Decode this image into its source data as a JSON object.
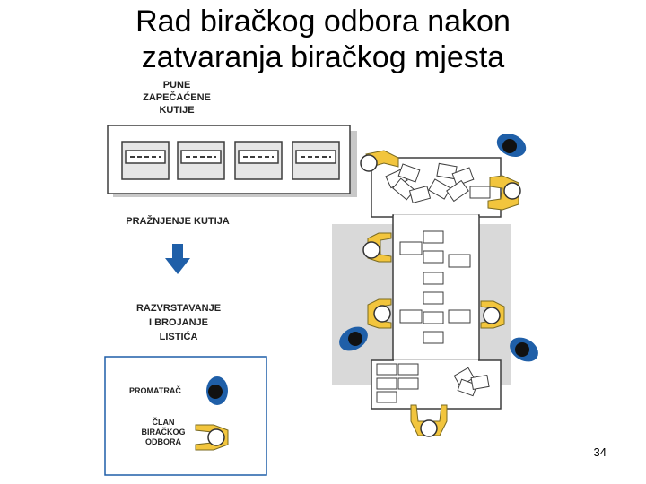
{
  "slide": {
    "title_line1": "Rad biračkog odbora nakon",
    "title_line2": "zatvaranja biračkog mjesta",
    "page_number": "34"
  },
  "diagram": {
    "label_full_boxes": "PUNE ZAPEČAĆENE KUTIJE",
    "label_full_boxes_lines": [
      "PUNE",
      "ZAPEČAĆENE",
      "KUTIJE"
    ],
    "label_emptying": "PRAŽNJENJE KUTIJA",
    "label_sorting_lines": [
      "RAZVRSTAVANJE",
      "I BROJANJE",
      "LISTIĆA"
    ],
    "legend": {
      "observer": "PROMATRAČ",
      "member_lines": [
        "ČLAN",
        "BIRAČKOG",
        "ODBORA"
      ]
    },
    "colors": {
      "observer": "#1f5fa8",
      "member": "#f2c53d",
      "arrow": "#1f5fa8",
      "box_border": "#3d3d3d",
      "shadow": "#c8c8c8"
    }
  }
}
